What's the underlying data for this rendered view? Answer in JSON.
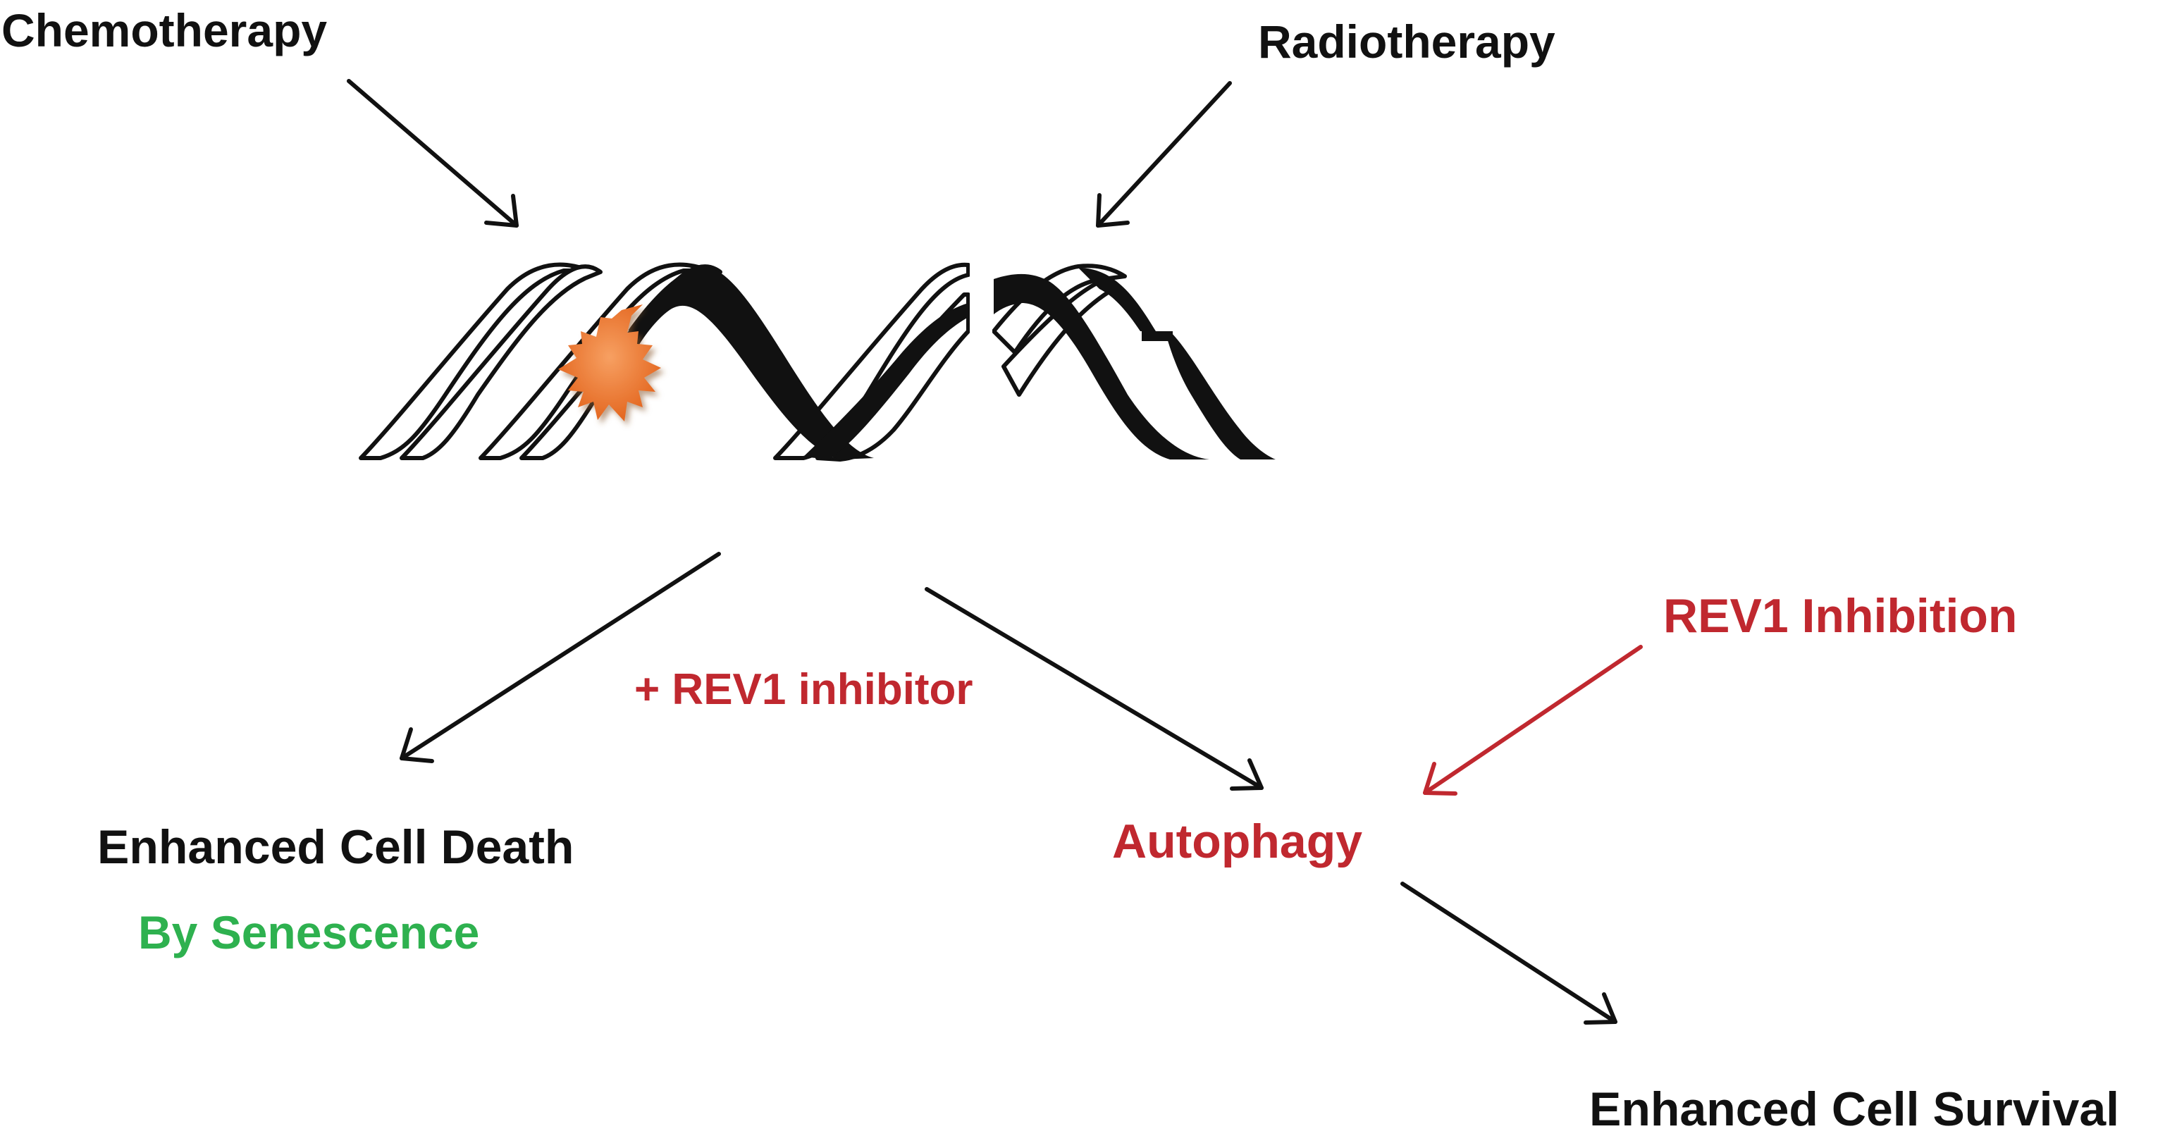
{
  "colors": {
    "text_default": "#111111",
    "accent_red": "#c0282f",
    "accent_green": "#2eb14f",
    "damage_orange": "#ec7a2e",
    "arrow_black": "#111111"
  },
  "labels": {
    "chemotherapy": "Chemotherapy",
    "radiotherapy": "Radiotherapy",
    "rev1_inhibitor": "+ REV1 inhibitor",
    "enhanced_cell_death": "Enhanced Cell Death",
    "by_senescence": "By Senescence",
    "autophagy": "Autophagy",
    "rev1_inhibition": "REV1 Inhibition",
    "enhanced_cell_survival": "Enhanced Cell Survival"
  },
  "icons": {
    "dna": "dna-double-helix-icon",
    "damage": "dna-damage-starburst-icon"
  }
}
